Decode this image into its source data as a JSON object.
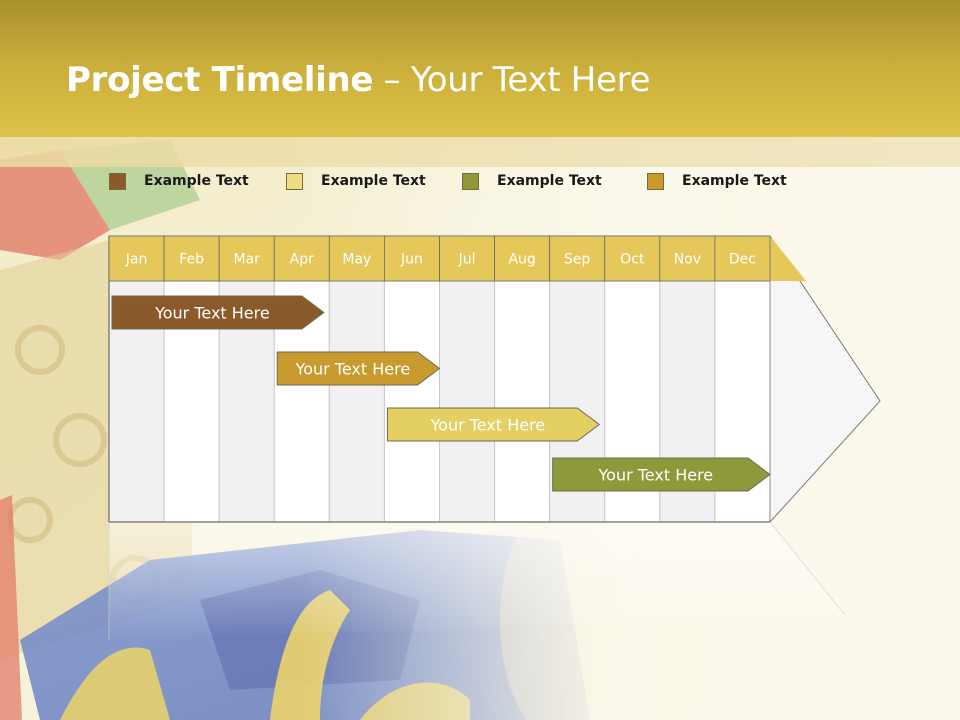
{
  "slide": {
    "title_bold": "Project Timeline",
    "title_rest": " – Your Text Here"
  },
  "colors": {
    "header": "#c9ad3a",
    "month_header": "#e6c85a",
    "column_shaded": "#f1f1f1",
    "column_plain": "#ffffff",
    "brown": "#8b5a2b",
    "light_yellow": "#e8d26a",
    "olive": "#8e9a3a",
    "gold": "#c99a2e"
  },
  "legend": [
    {
      "label": "Example Text",
      "color": "#8b5a2b"
    },
    {
      "label": "Example Text",
      "color": "#efdc84"
    },
    {
      "label": "Example Text",
      "color": "#8e9a3a"
    },
    {
      "label": "Example Text",
      "color": "#c99a2e"
    }
  ],
  "months": [
    "Jan",
    "Feb",
    "Mar",
    "Apr",
    "May",
    "Jun",
    "Jul",
    "Aug",
    "Sep",
    "Oct",
    "Nov",
    "Dec"
  ],
  "tasks": [
    {
      "label": "Your  Text Here",
      "start_month": 1.0,
      "end_month": 3.9,
      "color": "#8b5a2b"
    },
    {
      "label": "Your  Text Here",
      "start_month": 4.0,
      "end_month": 6.0,
      "color": "#c99a2e"
    },
    {
      "label": "Your  Text Here",
      "start_month": 6.0,
      "end_month": 8.9,
      "color": "#e3cf62"
    },
    {
      "label": "Your  Text Here",
      "start_month": 9.0,
      "end_month": 12.0,
      "color": "#8e9a3a"
    }
  ]
}
